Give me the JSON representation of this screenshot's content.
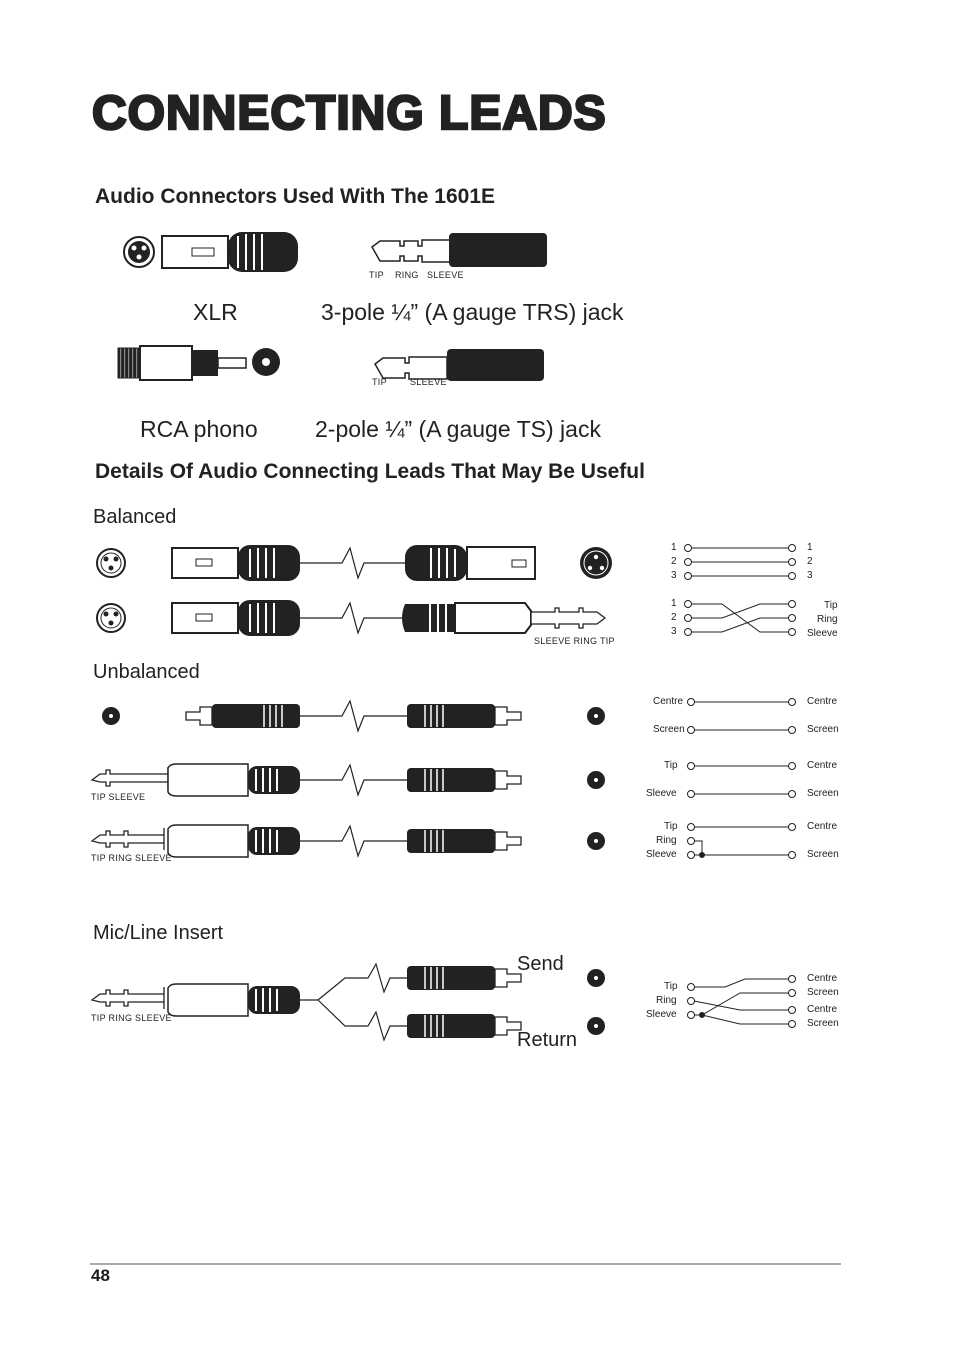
{
  "page": {
    "title": "CONNECTING LEADS",
    "page_number": "48"
  },
  "connectors_section": {
    "heading": "Audio Connectors Used With The 1601E",
    "xlr_label": "XLR",
    "trs_label": "3-pole ¼” (A gauge TRS) jack",
    "trs_parts": [
      "TIP",
      "RING",
      "SLEEVE"
    ],
    "rca_label": "RCA phono",
    "ts_label": "2-pole ¼” (A gauge TS) jack",
    "ts_parts": [
      "TIP",
      "SLEEVE"
    ]
  },
  "leads_section": {
    "heading": "Details Of Audio Connecting Leads That May Be Useful",
    "balanced": {
      "label": "Balanced",
      "plug_parts": "SLEEVE  RING  TIP",
      "wiring1_left": [
        "1",
        "2",
        "3"
      ],
      "wiring1_right": [
        "1",
        "2",
        "3"
      ],
      "wiring2_left": [
        "1",
        "2",
        "3"
      ],
      "wiring2_right": [
        "Tip",
        "Ring",
        "Sleeve"
      ]
    },
    "unbalanced": {
      "label": "Unbalanced",
      "ts_parts": "TIP       SLEEVE",
      "trs_parts": "TIP RING SLEEVE",
      "wiring1_left": [
        "Centre",
        "Screen"
      ],
      "wiring1_right": [
        "Centre",
        "Screen"
      ],
      "wiring2_left": [
        "Tip",
        "Sleeve"
      ],
      "wiring2_right": [
        "Centre",
        "Screen"
      ],
      "wiring3_left": [
        "Tip",
        "Ring",
        "Sleeve"
      ],
      "wiring3_right": [
        "Centre",
        "Screen"
      ]
    },
    "insert": {
      "label": "Mic/Line Insert",
      "trs_parts": "TIP RING SLEEVE",
      "send": "Send",
      "return": "Return",
      "wiring_left": [
        "Tip",
        "Ring",
        "Sleeve"
      ],
      "wiring_right": [
        "Centre",
        "Screen",
        "Centre",
        "Screen"
      ]
    }
  }
}
